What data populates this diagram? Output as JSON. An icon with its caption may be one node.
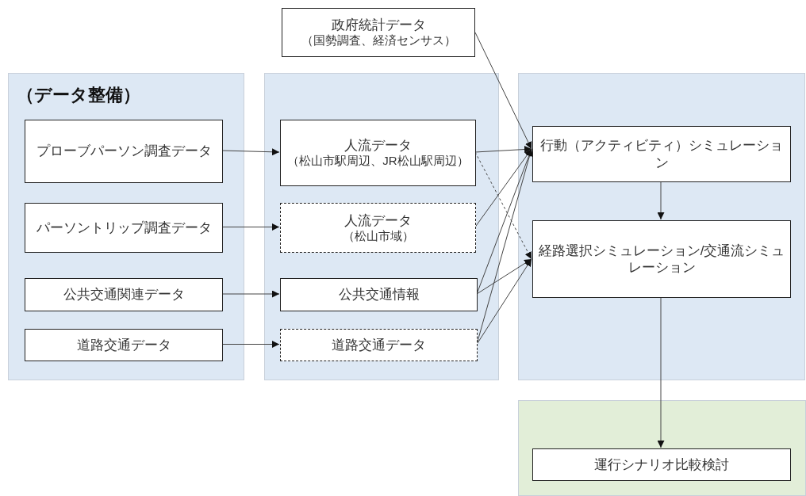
{
  "diagram": {
    "nodes": [
      {
        "text": [
          "政府統計データ",
          "（国勢調査、経済センサス）"
        ]
      },
      {
        "text": [
          "（データ整備）"
        ]
      },
      {
        "text": [
          "プローブパーソン調査データ"
        ],
        "in": 1
      },
      {
        "text": [
          "パーソントリップ調査データ"
        ],
        "in": 1
      },
      {
        "text": [
          "公共交通関連データ"
        ],
        "in": 1
      },
      {
        "text": [
          "道路交通データ"
        ],
        "in": 1
      },
      {
        "text": [],
        "shape": "box"
      },
      {
        "text": [
          "人流データ",
          "（松山市駅周辺、JR松山駅周辺）"
        ],
        "in": 6
      },
      {
        "text": [
          "人流データ",
          "（松山市域）"
        ],
        "in": 6
      },
      {
        "text": [
          "公共交通情報"
        ],
        "in": 6
      },
      {
        "text": [
          "道路交通データ"
        ],
        "in": 6
      },
      {
        "text": [],
        "shape": "box"
      },
      {
        "text": [
          "行動（アクティビティ）シミュレーション"
        ],
        "in": 11
      },
      {
        "text": [
          "経路選択シミュレーション/交通流シミュレーション"
        ],
        "in": 11
      },
      {
        "text": [],
        "shape": "box"
      },
      {
        "text": [
          "運行シナリオ比較検討"
        ],
        "in": 14
      }
    ],
    "edges": [
      {
        "from": 2,
        "to": 7,
        "arrow": "to"
      },
      {
        "from": 3,
        "to": 8,
        "arrow": "to"
      },
      {
        "from": 4,
        "to": 9,
        "arrow": "to"
      },
      {
        "from": 5,
        "to": 10,
        "arrow": "to"
      },
      {
        "from": 0,
        "to": 12,
        "arrow": "to"
      },
      {
        "from": 7,
        "to": 12,
        "arrow": "to"
      },
      {
        "from": 8,
        "to": 12,
        "arrow": "to"
      },
      {
        "from": 9,
        "to": 12,
        "arrow": "to"
      },
      {
        "from": 10,
        "to": 12,
        "arrow": "to"
      },
      {
        "from": 7,
        "to": 13,
        "arrow": "to",
        "style": "dashed"
      },
      {
        "from": 9,
        "to": 13,
        "arrow": "to"
      },
      {
        "from": 10,
        "to": 13,
        "arrow": "to"
      },
      {
        "from": 12,
        "to": 13,
        "arrow": "to"
      },
      {
        "from": 13,
        "to": 15,
        "arrow": "to"
      }
    ]
  }
}
